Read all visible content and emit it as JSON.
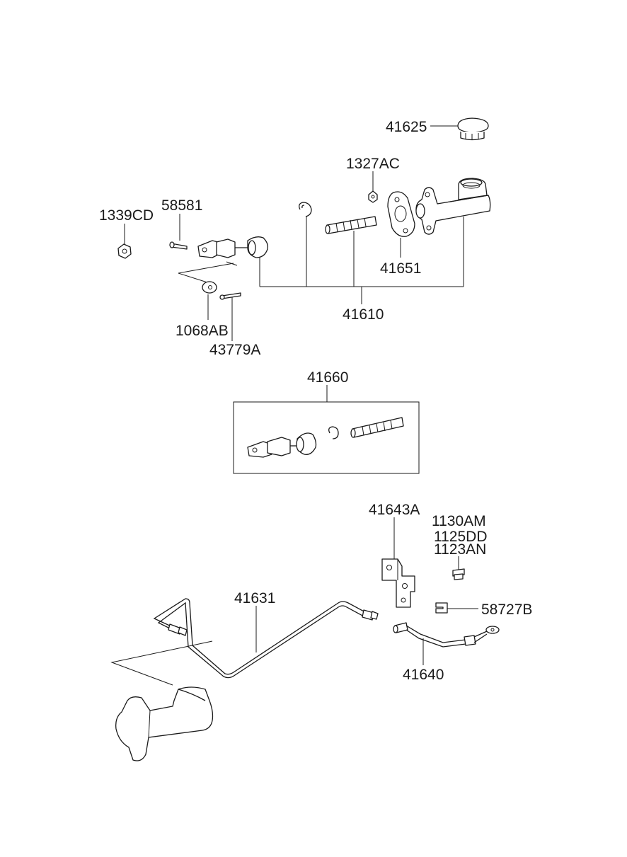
{
  "diagram": {
    "labels": {
      "p41625": "41625",
      "p1327AC": "1327AC",
      "p58581": "58581",
      "p1339CD": "1339CD",
      "p41651": "41651",
      "p41610": "41610",
      "p1068AB": "1068AB",
      "p43779A": "43779A",
      "p41660": "41660",
      "p41643A": "41643A",
      "p1130AM": "1130AM",
      "p1125DD": "1125DD",
      "p1123AN": "1123AN",
      "p41631": "41631",
      "p58727B": "58727B",
      "p41640": "41640"
    }
  }
}
